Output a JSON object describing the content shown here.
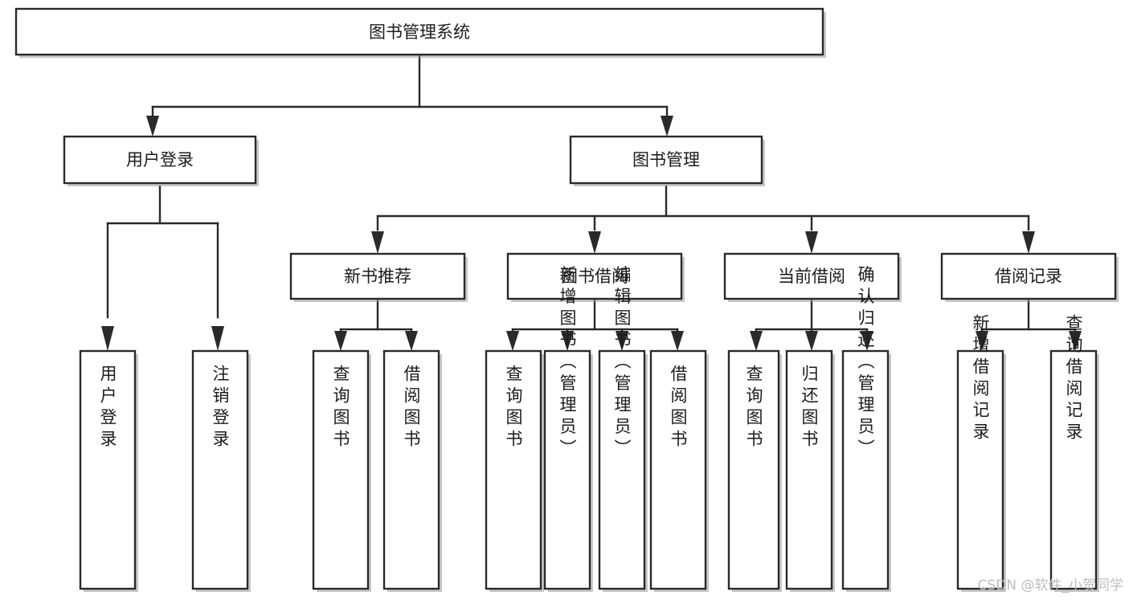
{
  "diagram": {
    "title": "图书管理系统",
    "type": "hierarchy-tree",
    "orientation": "top-down",
    "levels": 4,
    "colors": {
      "box_fill": "#ffffff",
      "box_stroke": "#2a2a2a",
      "text": "#1c1c1c",
      "watermark": "#bdbdbd",
      "background": "#ffffff"
    }
  },
  "nodes": {
    "root": {
      "label": "图书管理系统",
      "level": 0,
      "orientation": "horizontal"
    },
    "l1": [
      {
        "id": "user-login",
        "label": "用户登录",
        "orientation": "horizontal"
      },
      {
        "id": "book-manage",
        "label": "图书管理",
        "orientation": "horizontal"
      }
    ],
    "l2": [
      {
        "id": "new-book-recommend",
        "label": "新书推荐",
        "orientation": "horizontal",
        "parent": "book-manage"
      },
      {
        "id": "book-borrow",
        "label": "图书借阅",
        "orientation": "horizontal",
        "parent": "book-manage"
      },
      {
        "id": "current-borrow",
        "label": "当前借阅",
        "orientation": "horizontal",
        "parent": "book-manage"
      },
      {
        "id": "borrow-record",
        "label": "借阅记录",
        "orientation": "horizontal",
        "parent": "book-manage"
      }
    ],
    "leaves": [
      {
        "id": "leaf-user-login",
        "label": "用户登录",
        "parent": "user-login",
        "orientation": "vertical"
      },
      {
        "id": "leaf-user-logout",
        "label": "注销登录",
        "parent": "user-login",
        "orientation": "vertical"
      },
      {
        "id": "leaf-query-book-1",
        "label": "查询图书",
        "parent": "new-book-recommend",
        "orientation": "vertical"
      },
      {
        "id": "leaf-borrow-book-1",
        "label": "借阅图书",
        "parent": "new-book-recommend",
        "orientation": "vertical"
      },
      {
        "id": "leaf-query-book-2",
        "label": "查询图书",
        "parent": "book-borrow",
        "orientation": "vertical"
      },
      {
        "id": "leaf-add-book",
        "label": "新增图书（管理员）",
        "parent": "book-borrow",
        "orientation": "vertical"
      },
      {
        "id": "leaf-edit-book",
        "label": "编辑图书（管理员）",
        "parent": "book-borrow",
        "orientation": "vertical"
      },
      {
        "id": "leaf-borrow-book-2",
        "label": "借阅图书",
        "parent": "book-borrow",
        "orientation": "vertical"
      },
      {
        "id": "leaf-query-book-3",
        "label": "查询图书",
        "parent": "current-borrow",
        "orientation": "vertical"
      },
      {
        "id": "leaf-return-book",
        "label": "归还图书",
        "parent": "current-borrow",
        "orientation": "vertical"
      },
      {
        "id": "leaf-confirm-return",
        "label": "确认归还（管理员）",
        "parent": "current-borrow",
        "orientation": "vertical"
      },
      {
        "id": "leaf-add-record",
        "label": "新增借阅记录",
        "parent": "borrow-record",
        "orientation": "vertical"
      },
      {
        "id": "leaf-query-record",
        "label": "查询借阅记录",
        "parent": "borrow-record",
        "orientation": "vertical"
      }
    ]
  },
  "watermark": {
    "label": "CSDN @软件_小贺同学"
  }
}
